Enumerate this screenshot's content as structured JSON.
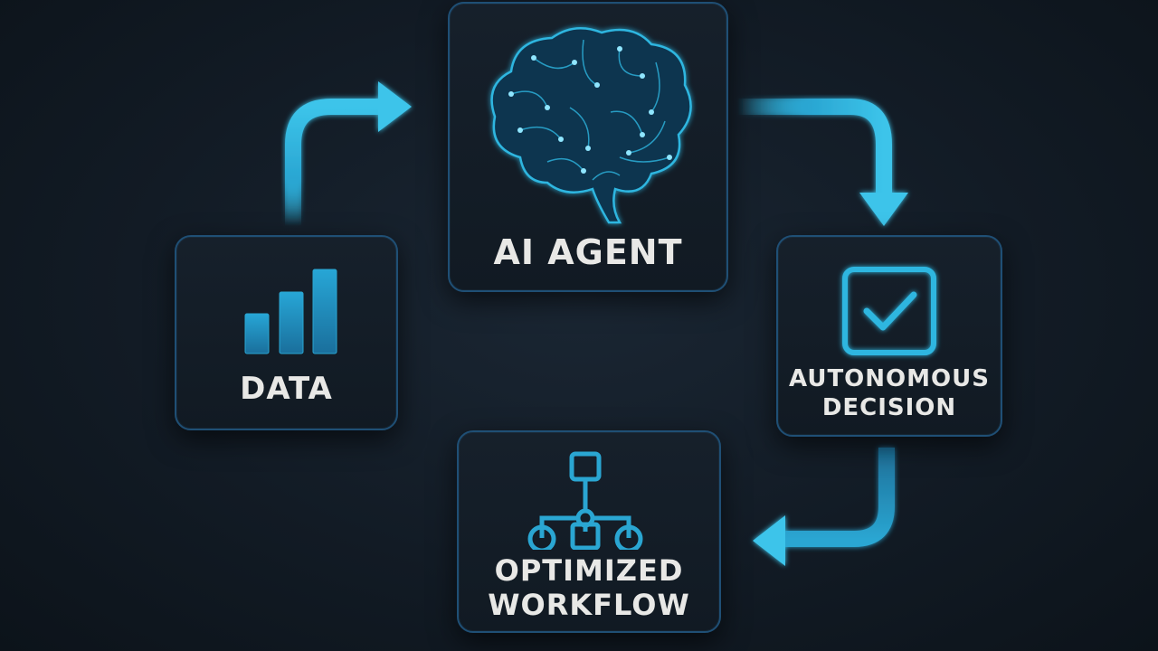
{
  "nodes": {
    "data": {
      "label": "DATA",
      "icon": "bar-chart-icon"
    },
    "agent": {
      "label": "AI AGENT",
      "icon": "brain-icon"
    },
    "decision": {
      "line1": "AUTONOMOUS",
      "line2": "DECISION",
      "icon": "checkbox-icon"
    },
    "workflow": {
      "line1": "OPTIMIZED",
      "line2": "WORKFLOW",
      "icon": "flowchart-icon"
    }
  },
  "colors": {
    "accent": "#2fb6e0",
    "border": "#1f4f75",
    "text": "#e8e8e6",
    "background": "#121b25"
  }
}
